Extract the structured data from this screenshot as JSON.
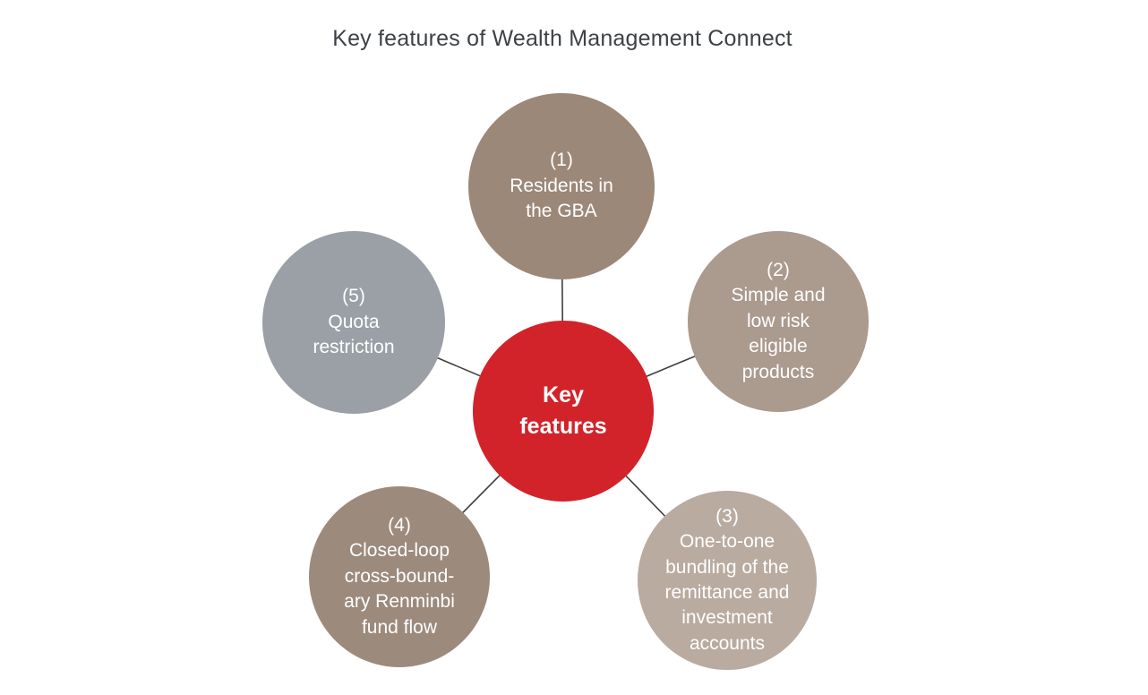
{
  "title": "Key features of Wealth Management Connect",
  "connector_color": "#3f3f3f",
  "center": {
    "label": "Key\nfeatures",
    "color": "#d2232a"
  },
  "nodes": [
    {
      "number": "(1)",
      "label": "Residents in\nthe GBA",
      "color": "#9c8879"
    },
    {
      "number": "(2)",
      "label": "Simple and\nlow risk\neligible\nproducts",
      "color": "#ab9a8e"
    },
    {
      "number": "(3)",
      "label": "One-to-one\nbundling of the\nremittance and\ninvestment\naccounts",
      "color": "#b9aba0"
    },
    {
      "number": "(4)",
      "label": "Closed-loop\ncross-bound-\nary Renminbi\nfund flow",
      "color": "#9c8a7c"
    },
    {
      "number": "(5)",
      "label": "Quota\nrestriction",
      "color": "#9aa0a6"
    }
  ]
}
